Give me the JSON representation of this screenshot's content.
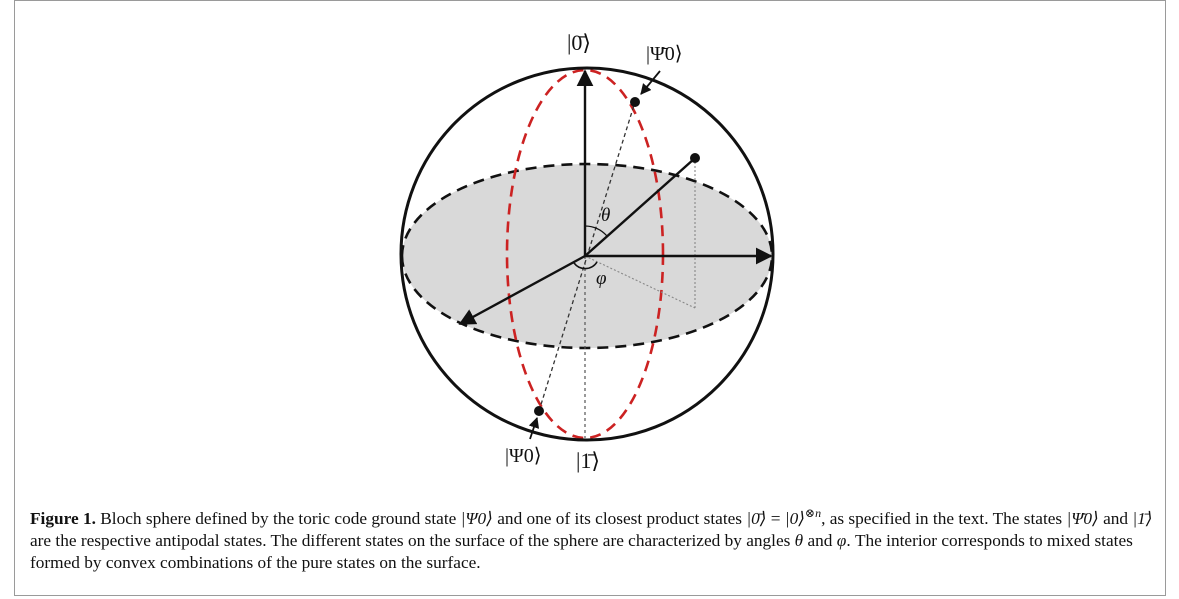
{
  "figure": {
    "labels": {
      "zero_bar": "|0̄⟩",
      "one_bar": "|1̄⟩",
      "psi0": "|Ψ0⟩",
      "psi0_bar": "|Ψ̄0⟩",
      "theta": "θ",
      "phi": "φ"
    }
  },
  "caption": {
    "label": "Figure 1.",
    "s1": " Bloch sphere defined by the toric code ground state ",
    "psi0": "|Ψ0⟩",
    "s2": " and one of its closest product states ",
    "zero_bar": "|0̄⟩",
    "eq": " = ",
    "prod": "|0⟩",
    "power": "⊗n",
    "s3": ", as specified in the text. The states ",
    "psi0_bar": "|Ψ̄0⟩",
    "s4": " and ",
    "one_bar": "|1̄⟩",
    "s5": " are the respective antipodal states. The different states on the surface of the sphere are characterized by angles ",
    "theta": "θ",
    "s6": " and ",
    "phi": "φ",
    "s7": ". The interior corresponds to mixed states formed by convex combinations of the pure states on the surface."
  }
}
